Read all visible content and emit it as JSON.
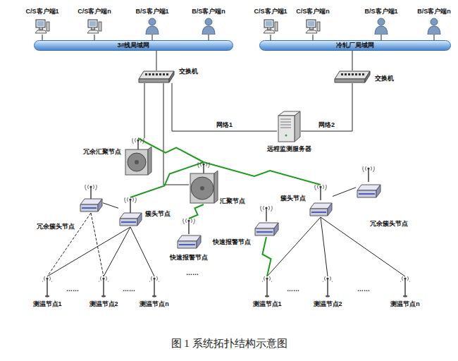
{
  "diagram": {
    "caption": "图 1 系统拓扑结构示意图",
    "nodes": [
      {
        "text": [
          "3#线局域网"
        ]
      },
      {
        "text": [
          "冷轧厂局域网"
        ]
      },
      {
        "text": [
          "C/S客户端1"
        ]
      },
      {
        "text": [
          "C/S客户端n"
        ]
      },
      {
        "text": [
          "B/S客户端1"
        ]
      },
      {
        "text": [
          "B/S客户端n"
        ]
      },
      {
        "text": [
          "C/S客户端1"
        ]
      },
      {
        "text": [
          "C/S客户端n"
        ]
      },
      {
        "text": [
          "B/S客户端1"
        ]
      },
      {
        "text": [
          "B/S客户端n"
        ]
      },
      {
        "text": [
          "交换机"
        ]
      },
      {
        "text": [
          "交换机"
        ]
      },
      {
        "text": [
          "远程监测服务器"
        ]
      },
      {
        "text": [
          "冗余汇聚节点"
        ]
      },
      {
        "text": [
          "汇聚节点"
        ]
      },
      {
        "text": [
          "冗余簇头节点"
        ]
      },
      {
        "text": [
          "簇头节点"
        ]
      },
      {
        "text": [
          "快速报警节点"
        ]
      },
      {
        "text": [
          "簇头节点"
        ]
      },
      {
        "text": [
          "冗余簇头节点"
        ]
      },
      {
        "text": [
          "快速报警节点"
        ]
      },
      {
        "text": [
          "测温节点1"
        ]
      },
      {
        "text": [
          "测温节点2"
        ]
      },
      {
        "text": [
          "测温节点n"
        ]
      },
      {
        "text": [
          "测温节点1"
        ]
      },
      {
        "text": [
          "测温节点2"
        ]
      },
      {
        "text": [
          "测温节点n"
        ]
      }
    ],
    "edges": [
      {
        "from": 2,
        "to": 0,
        "arrow": "none"
      },
      {
        "from": 3,
        "to": 0,
        "arrow": "none"
      },
      {
        "from": 4,
        "to": 0,
        "arrow": "none"
      },
      {
        "from": 5,
        "to": 0,
        "arrow": "none"
      },
      {
        "from": 6,
        "to": 1,
        "arrow": "none"
      },
      {
        "from": 7,
        "to": 1,
        "arrow": "none"
      },
      {
        "from": 8,
        "to": 1,
        "arrow": "none"
      },
      {
        "from": 9,
        "to": 1,
        "arrow": "none"
      },
      {
        "from": 0,
        "to": 10,
        "arrow": "none"
      },
      {
        "from": 1,
        "to": 11,
        "arrow": "none"
      },
      {
        "from": 10,
        "to": 12,
        "label": "网络1",
        "arrow": "none"
      },
      {
        "from": 11,
        "to": 12,
        "label": "网络2",
        "arrow": "none"
      },
      {
        "from": 10,
        "to": 13,
        "arrow": "none"
      },
      {
        "from": 10,
        "to": 14,
        "arrow": "none"
      },
      {
        "from": 13,
        "to": 14,
        "arrow": "none"
      },
      {
        "from": 14,
        "to": 16,
        "arrow": "none"
      },
      {
        "from": 14,
        "to": 18,
        "arrow": "none"
      },
      {
        "from": 14,
        "to": 17,
        "arrow": "none"
      },
      {
        "from": 15,
        "to": 16,
        "arrow": "none"
      },
      {
        "from": 16,
        "to": 21,
        "arrow": "none"
      },
      {
        "from": 16,
        "to": 22,
        "arrow": "none"
      },
      {
        "from": 16,
        "to": 23,
        "arrow": "none"
      },
      {
        "from": 15,
        "to": 21,
        "arrow": "none"
      },
      {
        "from": 15,
        "to": 22,
        "arrow": "none"
      },
      {
        "from": 18,
        "to": 19,
        "arrow": "none"
      },
      {
        "from": 18,
        "to": 24,
        "arrow": "none"
      },
      {
        "from": 18,
        "to": 25,
        "arrow": "none"
      },
      {
        "from": 18,
        "to": 26,
        "arrow": "none"
      },
      {
        "from": 20,
        "to": 24,
        "arrow": "none"
      }
    ],
    "labels": [
      "……",
      "……",
      "……",
      "……",
      "……"
    ]
  }
}
